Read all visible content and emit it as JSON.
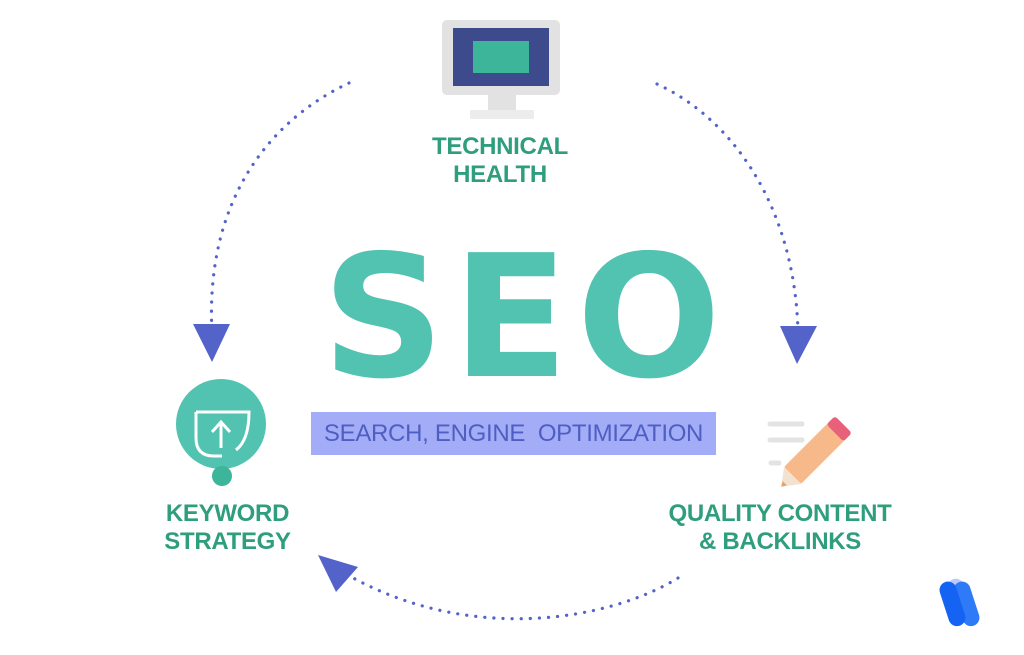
{
  "diagram": {
    "title": "SEO",
    "subtitle": "SEARCH, ENGINE  OPTIMIZATION",
    "nodes": [
      {
        "id": "technical",
        "label_line1": "TECHNICAL",
        "label_line2": "HEALTH",
        "icon": "monitor-icon"
      },
      {
        "id": "keyword",
        "label_line1": "KEYWORD",
        "label_line2": "STRATEGY",
        "icon": "upload-cup-icon"
      },
      {
        "id": "content",
        "label_line1": "QUALITY CONTENT",
        "label_line2": "& BACKLINKS",
        "icon": "pencil-document-icon"
      }
    ],
    "flow": [
      {
        "from": "technical",
        "to": "keyword",
        "style": "dotted-arrow"
      },
      {
        "from": "technical",
        "to": "content",
        "style": "dotted-arrow"
      },
      {
        "from": "content",
        "to": "keyword",
        "style": "dotted-arrow"
      }
    ],
    "logo": "brand-logo-icon"
  },
  "colors": {
    "teal": "#52c3b1",
    "label_green": "#2e9e7d",
    "arrow_blue": "#5463c9",
    "subtitle_bg": "#a3adf7",
    "subtitle_text": "#4f5ec2",
    "monitor_frame": "#e2e2e2",
    "monitor_screen": "#3d4b8c",
    "monitor_inner": "#3db59a",
    "pencil": "#f7b98a",
    "pencil_eraser": "#e8607a",
    "logo_blue": "#1463f3"
  }
}
